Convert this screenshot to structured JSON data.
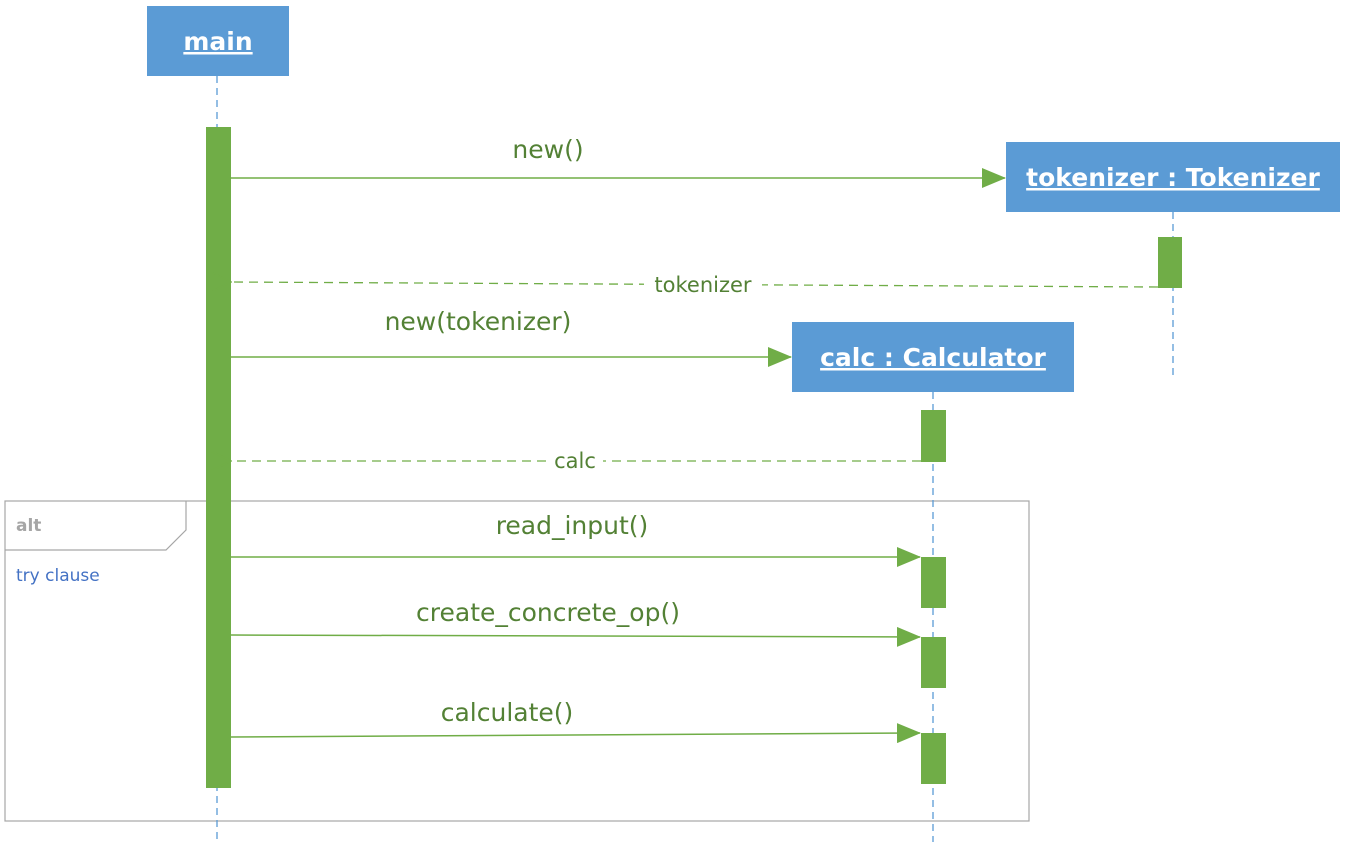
{
  "colors": {
    "participant_fill": "#5b9bd5",
    "participant_text": "#ffffff",
    "lifeline": "#5b9bd5",
    "activation": "#70ad47",
    "message": "#70ad47",
    "message_text": "#538135",
    "fragment_border": "#a6a6a6",
    "fragment_operator": "#a6a6a6",
    "fragment_guard": "#4472c4"
  },
  "participants": [
    {
      "id": "main",
      "label": "main"
    },
    {
      "id": "tokenizer",
      "label": "tokenizer : Tokenizer"
    },
    {
      "id": "calc",
      "label": "calc : Calculator"
    }
  ],
  "messages": [
    {
      "label": "new()",
      "from": "main",
      "to": "tokenizer",
      "kind": "create"
    },
    {
      "label": "tokenizer",
      "from": "tokenizer",
      "to": "main",
      "kind": "return"
    },
    {
      "label": "new(tokenizer)",
      "from": "main",
      "to": "calc",
      "kind": "create"
    },
    {
      "label": "calc",
      "from": "calc",
      "to": "main",
      "kind": "return"
    },
    {
      "label": "read_input()",
      "from": "main",
      "to": "calc",
      "kind": "call"
    },
    {
      "label": "create_concrete_op()",
      "from": "main",
      "to": "calc",
      "kind": "call"
    },
    {
      "label": "calculate()",
      "from": "main",
      "to": "calc",
      "kind": "call"
    }
  ],
  "fragment": {
    "operator": "alt",
    "guard": "try clause"
  }
}
